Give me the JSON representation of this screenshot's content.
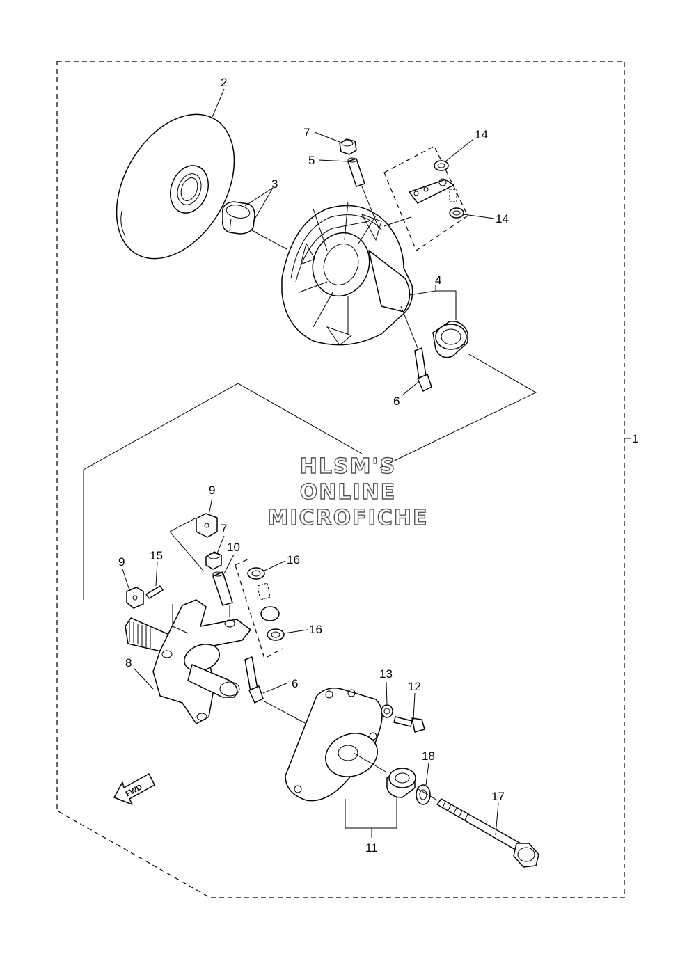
{
  "watermark": {
    "line1": "HLSM'S",
    "line2": "ONLINE",
    "line3": "MICROFICHE",
    "color": "#555555"
  },
  "fwd_label": "FWD",
  "callouts": {
    "c1": "1",
    "c2": "2",
    "c3": "3",
    "c4": "4",
    "c5": "5",
    "c6a": "6",
    "c6b": "6",
    "c7a": "7",
    "c7b": "7",
    "c8": "8",
    "c9a": "9",
    "c9b": "9",
    "c10": "10",
    "c11": "11",
    "c12": "12",
    "c13": "13",
    "c14a": "14",
    "c14b": "14",
    "c15": "15",
    "c16a": "16",
    "c16b": "16",
    "c17": "17",
    "c18": "18"
  }
}
